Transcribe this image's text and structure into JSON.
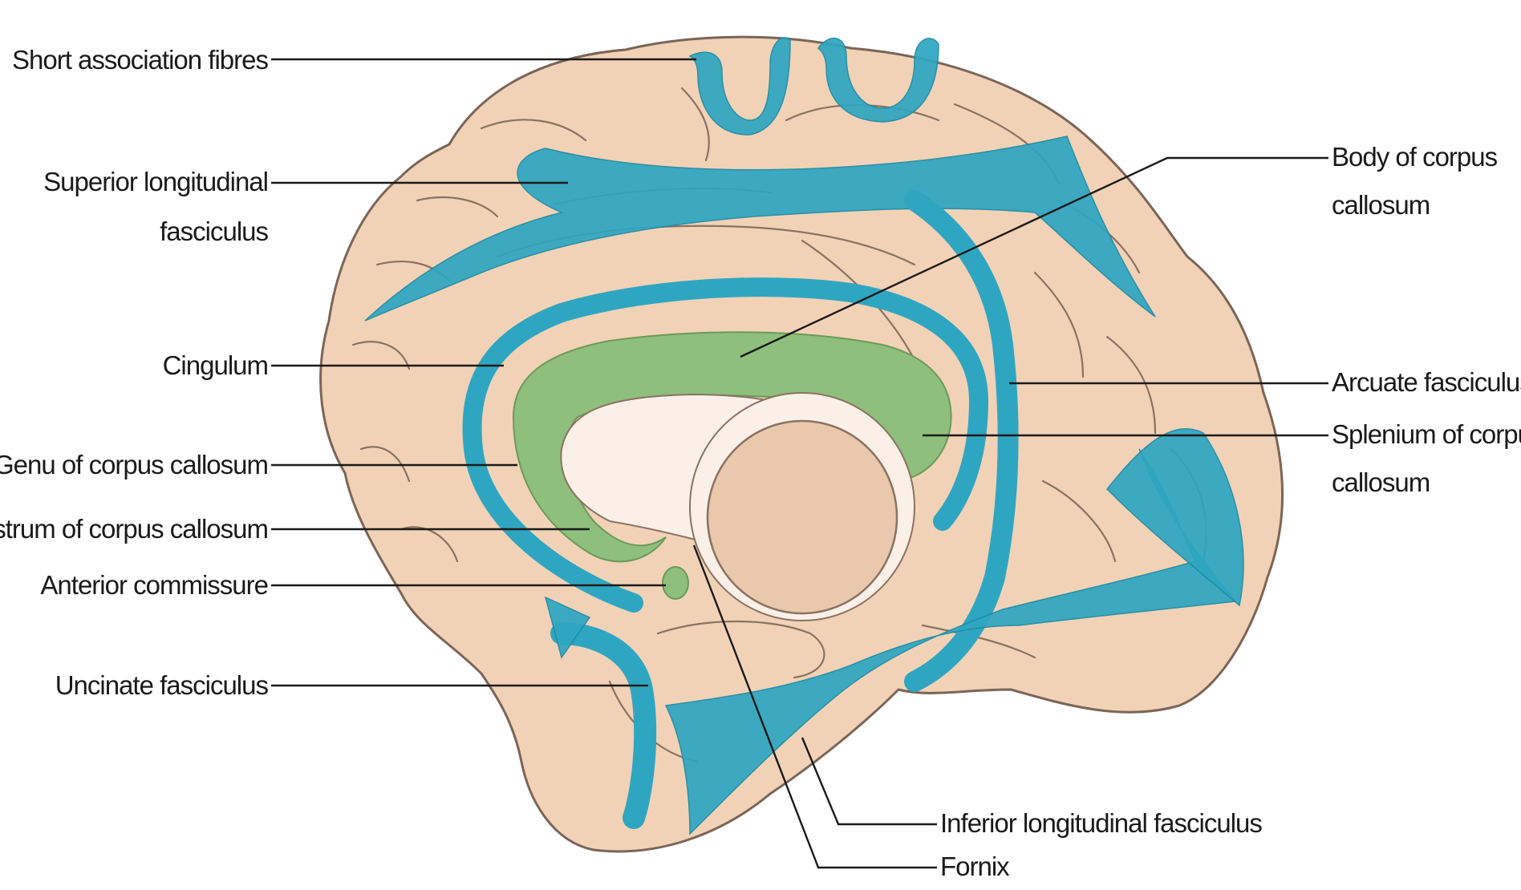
{
  "labels": {
    "short_association_fibres": "Short association fibres",
    "superior_longitudinal_line1": "Superior longitudinal",
    "superior_longitudinal_line2": "fasciculus",
    "cingulum": "Cingulum",
    "genu": "Genu of corpus callosum",
    "rostrum": "Rostrum of corpus callosum",
    "anterior_commissure": "Anterior commissure",
    "uncinate": "Uncinate fasciculus",
    "body_line1": "Body of corpus",
    "body_line2": "callosum",
    "arcuate": "Arcuate fasciculus",
    "splenium_line1": "Splenium of corpus",
    "splenium_line2": "callosum",
    "inferior_longitudinal": "Inferior longitudinal fasciculus",
    "fornix": "Fornix"
  },
  "colors": {
    "fibre_tracts": "#2fa6c1",
    "corpus_callosum": "#8fbf7c",
    "cortex": "#f2d2b6",
    "outline": "#7a6558"
  }
}
